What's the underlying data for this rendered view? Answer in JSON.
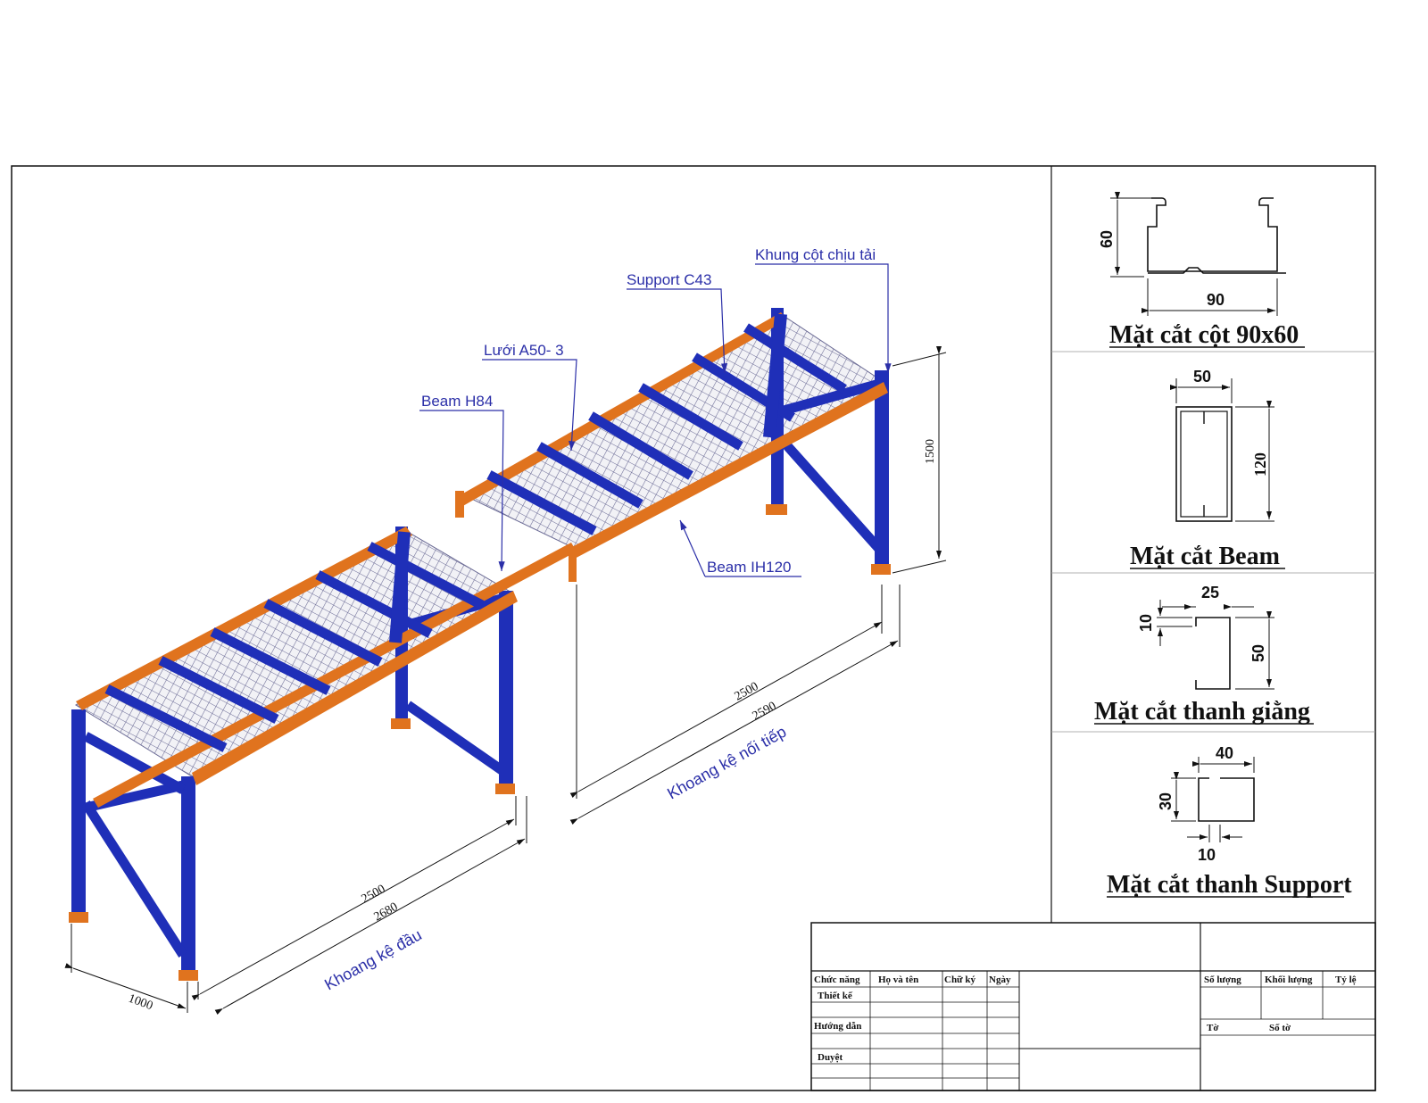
{
  "labels": {
    "khung_cot": "Khung cột chịu tải",
    "support": "Support C43",
    "luoi": "Lưới A50- 3",
    "beam_h84": "Beam H84",
    "beam_ih120": "Beam IH120"
  },
  "dimensions": {
    "height": "1500",
    "second_inner": "2500",
    "second_outer": "2590",
    "second_span_label": "Khoang kệ nối tiếp",
    "first_inner": "2500",
    "first_outer": "2680",
    "depth": "1000",
    "first_span_label": "Khoang kệ đầu"
  },
  "sections": {
    "column": {
      "title": "Mặt cắt cột 90x60",
      "dim_h": "60",
      "dim_w": "90"
    },
    "beam": {
      "title": "Mặt cắt Beam",
      "dim_w": "50",
      "dim_h": "120"
    },
    "brace": {
      "title": "Mặt cắt thanh giằng",
      "dim_w": "25",
      "dim_lip": "10",
      "dim_h": "50"
    },
    "support": {
      "title": "Mặt cắt thanh Support",
      "dim_w": "40",
      "dim_h": "30",
      "dim_gap": "10"
    }
  },
  "title_block": {
    "chuc_nang": "Chức năng",
    "ho_va_ten": "Họ và tên",
    "chu_ky": "Chữ ký",
    "ngay": "Ngày",
    "thiet_ke": "Thiết kế",
    "huong_dan": "Hướng dẫn",
    "duyet": "Duyệt",
    "so_luong": "Số lượng",
    "khoi_luong": "Khối lượng",
    "ty_le": "Tỷ lệ",
    "to": "Tờ",
    "so_to": "Số tờ"
  },
  "colors": {
    "upright": "#1f2fb8",
    "beam": "#e0731e",
    "mesh": "#5a5a88",
    "label": "#2b2fa8"
  }
}
